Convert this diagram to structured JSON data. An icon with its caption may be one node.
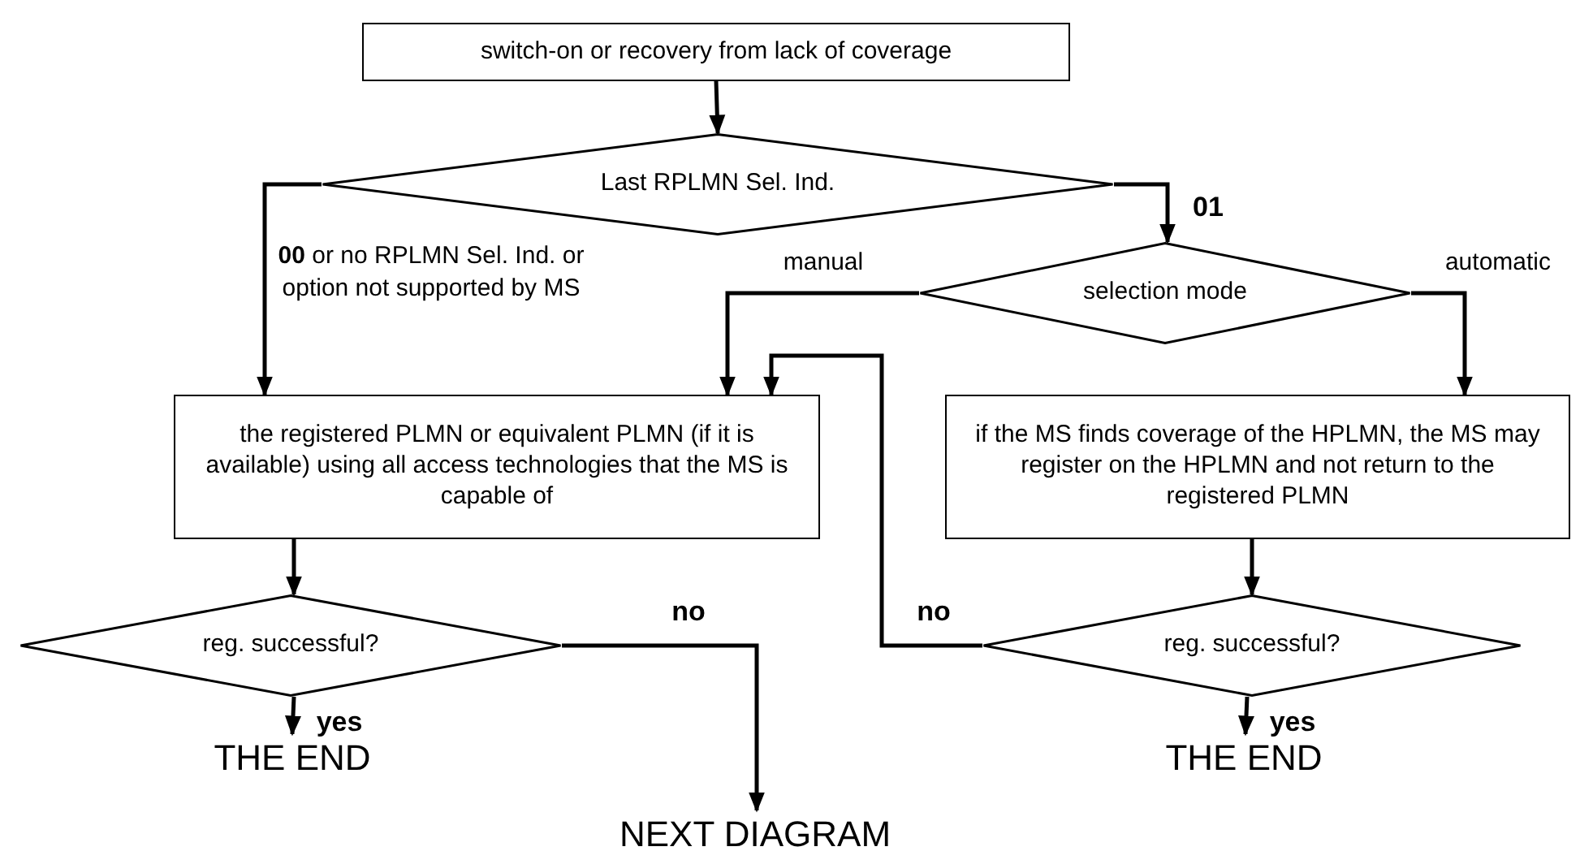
{
  "diagram": {
    "nodes": [
      {
        "text": [
          "switch-on or recovery from lack of coverage"
        ]
      },
      {
        "text": [
          "Last RPLMN Sel. Ind."
        ]
      },
      {
        "text": [
          "selection mode"
        ]
      },
      {
        "text": [
          "the registered PLMN or equivalent PLMN (if it is available) using all access technologies that the MS is capable of"
        ]
      },
      {
        "text": [
          "if the MS finds coverage of the HPLMN, the MS may register on the HPLMN and not return to the registered PLMN"
        ]
      },
      {
        "text": [
          "reg. successful?"
        ]
      },
      {
        "text": [
          "reg. successful?"
        ]
      },
      {
        "text": [
          "THE END"
        ]
      },
      {
        "text": [
          "NEXT DIAGRAM"
        ]
      },
      {
        "text": [
          "THE END"
        ]
      }
    ],
    "edges": [
      {
        "from": 0,
        "to": 1,
        "arrow": "to"
      },
      {
        "from": 1,
        "to": 3,
        "arrow": "to",
        "label": "**00** or no RPLMN Sel. Ind. or option not supported by MS"
      },
      {
        "from": 1,
        "to": 2,
        "arrow": "to",
        "label": "01"
      },
      {
        "from": 2,
        "to": 3,
        "arrow": "to",
        "label": "manual"
      },
      {
        "from": 2,
        "to": 4,
        "arrow": "to",
        "label": "automatic"
      },
      {
        "from": 3,
        "to": 5,
        "arrow": "to"
      },
      {
        "from": 4,
        "to": 6,
        "arrow": "to"
      },
      {
        "from": 5,
        "to": 7,
        "arrow": "to",
        "label": "yes"
      },
      {
        "from": 5,
        "to": 8,
        "arrow": "to",
        "label": "no"
      },
      {
        "from": 6,
        "to": 3,
        "arrow": "to",
        "label": "no"
      },
      {
        "from": 6,
        "to": 9,
        "arrow": "to",
        "label": "yes"
      }
    ]
  }
}
